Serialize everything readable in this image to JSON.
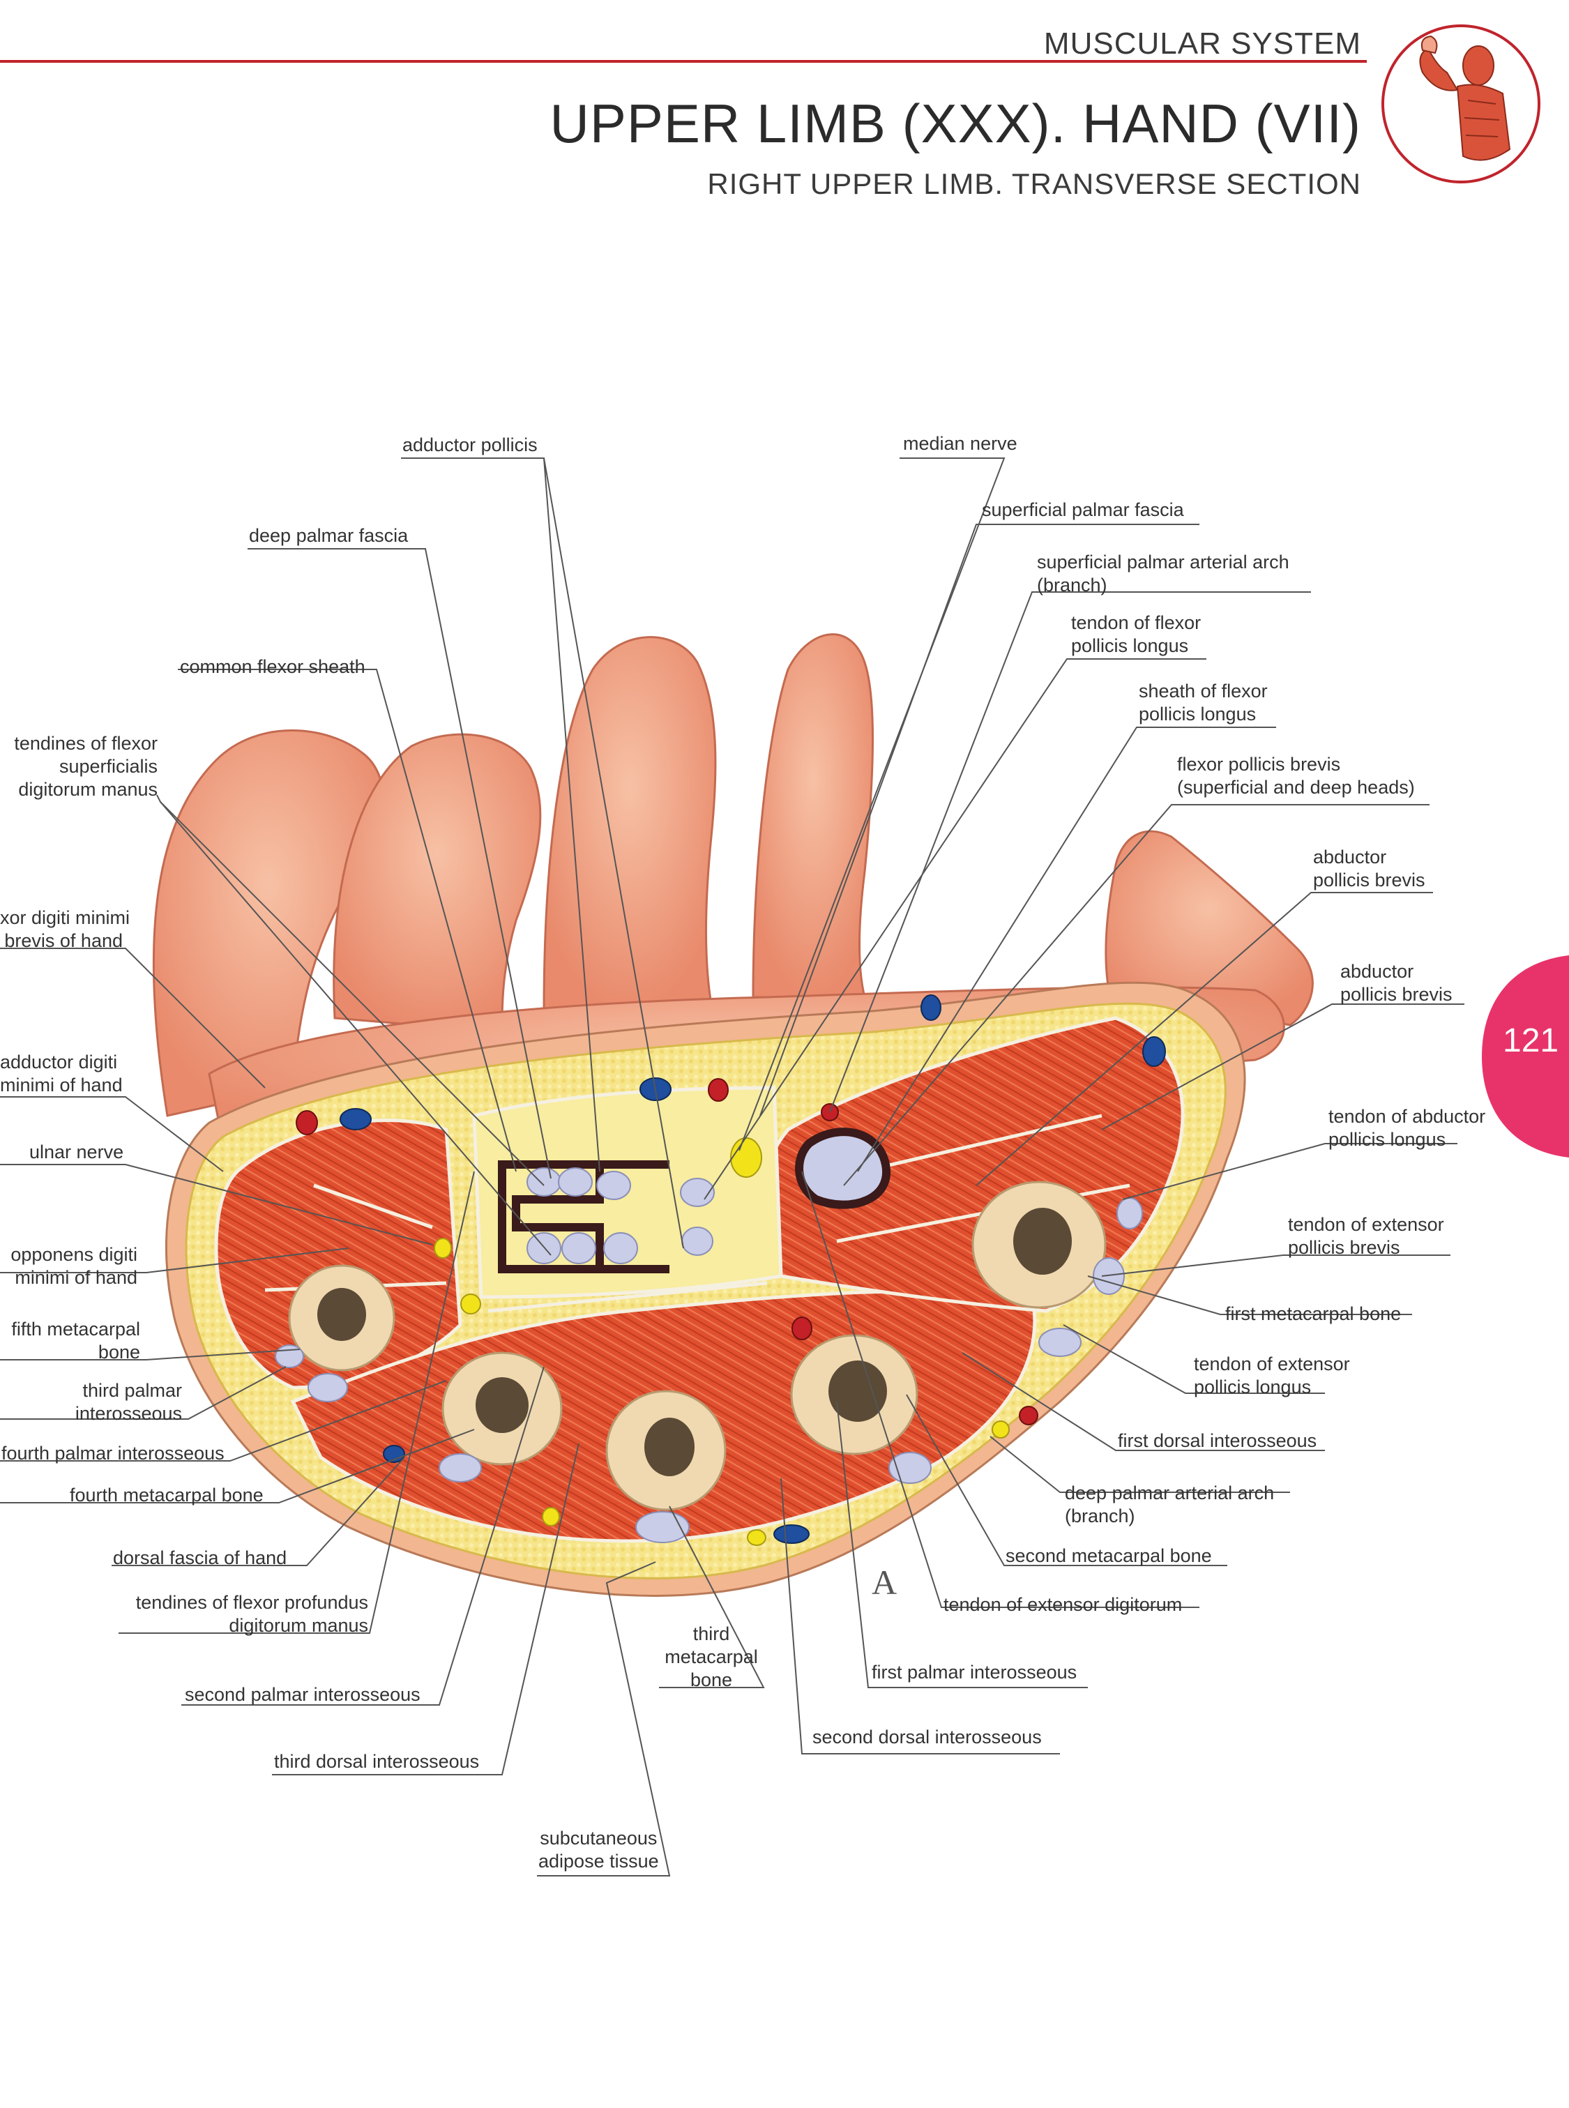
{
  "header": {
    "section": "MUSCULAR SYSTEM",
    "title": "UPPER LIMB (XXX). HAND (VII)",
    "subtitle": "RIGHT UPPER LIMB. TRANSVERSE SECTION",
    "page_number": "121"
  },
  "figure_letter": "A",
  "colors": {
    "accent_red": "#c0242c",
    "page_tab": "#e8336a",
    "skin": "#f2a58a",
    "muscle": "#e0502f",
    "adipose": "#f6e58a",
    "bone": "#f0d9b0",
    "vein": "#1f4f9e",
    "artery": "#c42027",
    "nerve": "#f2e21a"
  },
  "labels": {
    "adductor_pollicis": "adductor pollicis",
    "median_nerve": "median nerve",
    "superficial_palmar_fascia": "superficial palmar fascia",
    "deep_palmar_fascia": "deep palmar fascia",
    "superficial_palmar_arterial_arch_1": "superficial palmar arterial arch",
    "superficial_palmar_arterial_arch_2": "(branch)",
    "tendon_fpl_1": "tendon of flexor",
    "tendon_fpl_2": "pollicis longus",
    "common_flexor_sheath": "common flexor sheath",
    "sheath_fpl_1": "sheath of flexor",
    "sheath_fpl_2": "pollicis longus",
    "fds_1": "tendines of flexor",
    "fds_2": "superficialis",
    "fds_3": "digitorum manus",
    "fpb_1": "flexor pollicis brevis",
    "fpb_2": "(superficial and deep heads)",
    "abd_pb_top_1": "abductor",
    "abd_pb_top_2": "pollicis brevis",
    "fdm_1": "xor digiti minimi",
    "fdm_2": "brevis of hand",
    "abd_pb_bottom_1": "abductor",
    "abd_pb_bottom_2": "pollicis brevis",
    "adm_1": "adductor digiti",
    "adm_2": "minimi of hand",
    "ulnar_nerve": "ulnar nerve",
    "tendon_apl_1": "tendon of abductor",
    "tendon_apl_2": "pollicis longus",
    "odm_1": "opponens digiti",
    "odm_2": "minimi of hand",
    "tendon_epb_1": "tendon of extensor",
    "tendon_epb_2": "pollicis brevis",
    "fifth_mc_1": "fifth metacarpal",
    "fifth_mc_2": "bone",
    "first_mc": "first metacarpal bone",
    "third_palmar_io_1": "third palmar",
    "third_palmar_io_2": "interosseous",
    "tendon_epl_1": "tendon of extensor",
    "tendon_epl_2": "pollicis longus",
    "fourth_palmar_io": "fourth palmar interosseous",
    "first_dorsal_io": "first dorsal interosseous",
    "fourth_mc": "fourth metacarpal bone",
    "deep_arch_1": "deep palmar arterial arch",
    "deep_arch_2": "(branch)",
    "dorsal_fascia": "dorsal fascia of hand",
    "second_mc": "second metacarpal bone",
    "fdp_1": "tendines of flexor profundus",
    "fdp_2": "digitorum manus",
    "tendon_ed": "tendon of extensor digitorum",
    "third_mc_1": "third",
    "third_mc_2": "metacarpal",
    "third_mc_3": "bone",
    "second_palmar_io": "second palmar interosseous",
    "first_palmar_io": "first palmar interosseous",
    "second_dorsal_io": "second dorsal interosseous",
    "third_dorsal_io": "third dorsal interosseous",
    "subcut_1": "subcutaneous",
    "subcut_2": "adipose tissue"
  }
}
